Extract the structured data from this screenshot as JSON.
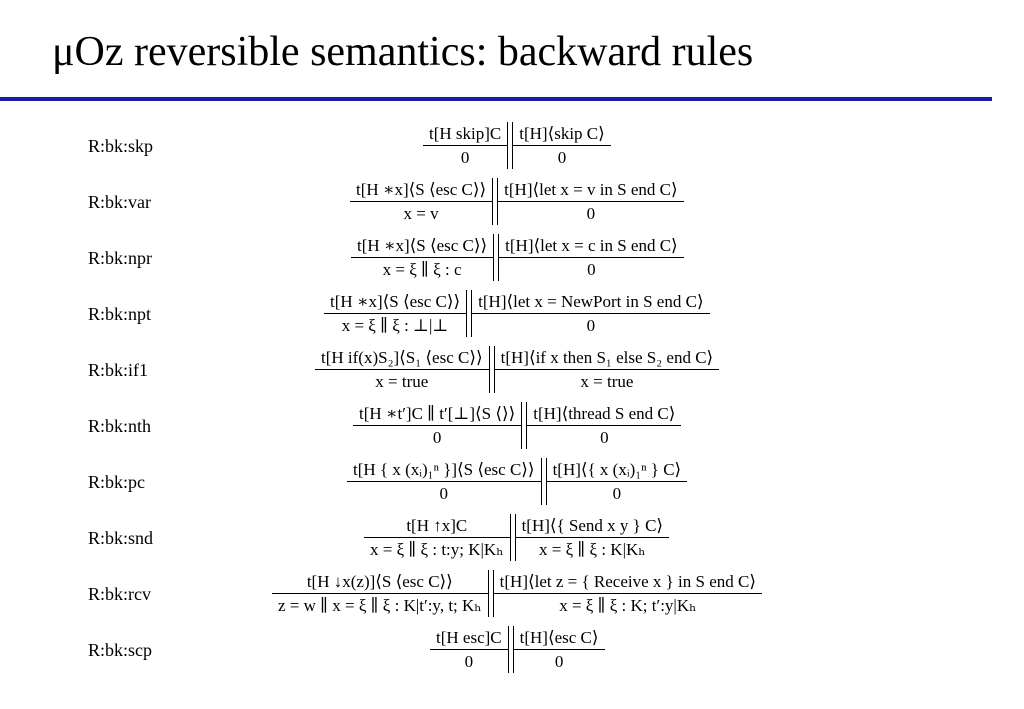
{
  "slide": {
    "title": "μOz reversible semantics: backward rules"
  },
  "rules": [
    {
      "name": "R:bk:skp",
      "left_top": "t[H skip]C",
      "left_bottom": "0",
      "right_top": "t[H]⟨skip C⟩",
      "right_bottom": "0"
    },
    {
      "name": "R:bk:var",
      "left_top": "t[H ∗x]⟨S ⟨esc C⟩⟩",
      "left_bottom": "x = v",
      "right_top": "t[H]⟨let x = v in S end C⟩",
      "right_bottom": "0"
    },
    {
      "name": "R:bk:npr",
      "left_top": "t[H ∗x]⟨S ⟨esc C⟩⟩",
      "left_bottom": "x = ξ ∥ ξ : c",
      "right_top": "t[H]⟨let x = c in S end C⟩",
      "right_bottom": "0"
    },
    {
      "name": "R:bk:npt",
      "left_top": "t[H ∗x]⟨S ⟨esc C⟩⟩",
      "left_bottom": "x = ξ ∥ ξ : ⊥|⊥",
      "right_top": "t[H]⟨let x = NewPort in S end C⟩",
      "right_bottom": "0"
    },
    {
      "name": "R:bk:if1",
      "left_top": "t[H if(x)S₂]⟨S₁ ⟨esc C⟩⟩",
      "left_bottom": "x = true",
      "right_top": "t[H]⟨if x then S₁ else S₂ end C⟩",
      "right_bottom": "x = true"
    },
    {
      "name": "R:bk:nth",
      "left_top": "t[H ∗t′]C ∥ t′[⊥]⟨S ⟨⟩⟩",
      "left_bottom": "0",
      "right_top": "t[H]⟨thread S end C⟩",
      "right_bottom": "0"
    },
    {
      "name": "R:bk:pc",
      "left_top": "t[H { x (xᵢ)₁ⁿ }]⟨S ⟨esc C⟩⟩",
      "left_bottom": "0",
      "right_top": "t[H]⟨{ x (xᵢ)₁ⁿ } C⟩",
      "right_bottom": "0"
    },
    {
      "name": "R:bk:snd",
      "left_top": "t[H ↑x]C",
      "left_bottom": "x = ξ ∥ ξ : t:y; K|Kₕ",
      "right_top": "t[H]⟨{ Send x y } C⟩",
      "right_bottom": "x = ξ ∥ ξ : K|Kₕ"
    },
    {
      "name": "R:bk:rcv",
      "left_top": "t[H ↓x(z)]⟨S ⟨esc C⟩⟩",
      "left_bottom": "z = w ∥ x = ξ ∥ ξ : K|t′:y, t; Kₕ",
      "right_top": "t[H]⟨let z = { Receive x } in S end C⟩",
      "right_bottom": "x = ξ ∥ ξ : K; t′:y|Kₕ"
    },
    {
      "name": "R:bk:scp",
      "left_top": "t[H esc]C",
      "left_bottom": "0",
      "right_top": "t[H]⟨esc C⟩",
      "right_bottom": "0"
    }
  ]
}
